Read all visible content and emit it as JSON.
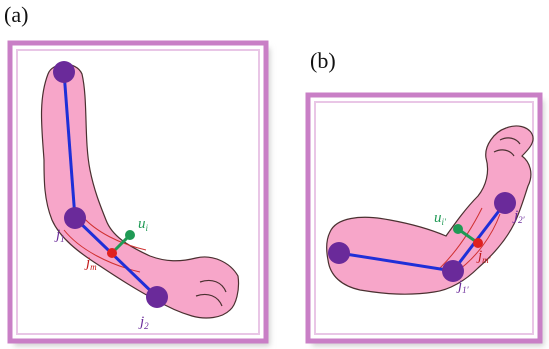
{
  "panels": [
    {
      "label": "(a)",
      "joints": {
        "j1": "j",
        "j1_sub": "1",
        "jm": "j",
        "jm_sub": "m",
        "j2": "j",
        "j2_sub": "2",
        "u": "u",
        "u_sub": "i"
      }
    },
    {
      "label": "(b)",
      "joints": {
        "j1": "j",
        "j1_sub": "1′",
        "jm": "j",
        "jm_sub": "m′",
        "j2": "j",
        "j2_sub": "2′",
        "u": "u",
        "u_sub": "i′"
      }
    }
  ],
  "colors": {
    "frame": "#c97fc6",
    "frame_light": "#e9c6e6",
    "arm": "#f7a6c9",
    "arm_edge": "#3a2a2a",
    "bone": "#1f2fd8",
    "joint": "#6a2a9a",
    "midpoint": "#e02020",
    "offset": "#1f9a55",
    "label_joint": "#6a2a9a",
    "label_mid": "#c01818",
    "label_u": "#1f9a55"
  }
}
